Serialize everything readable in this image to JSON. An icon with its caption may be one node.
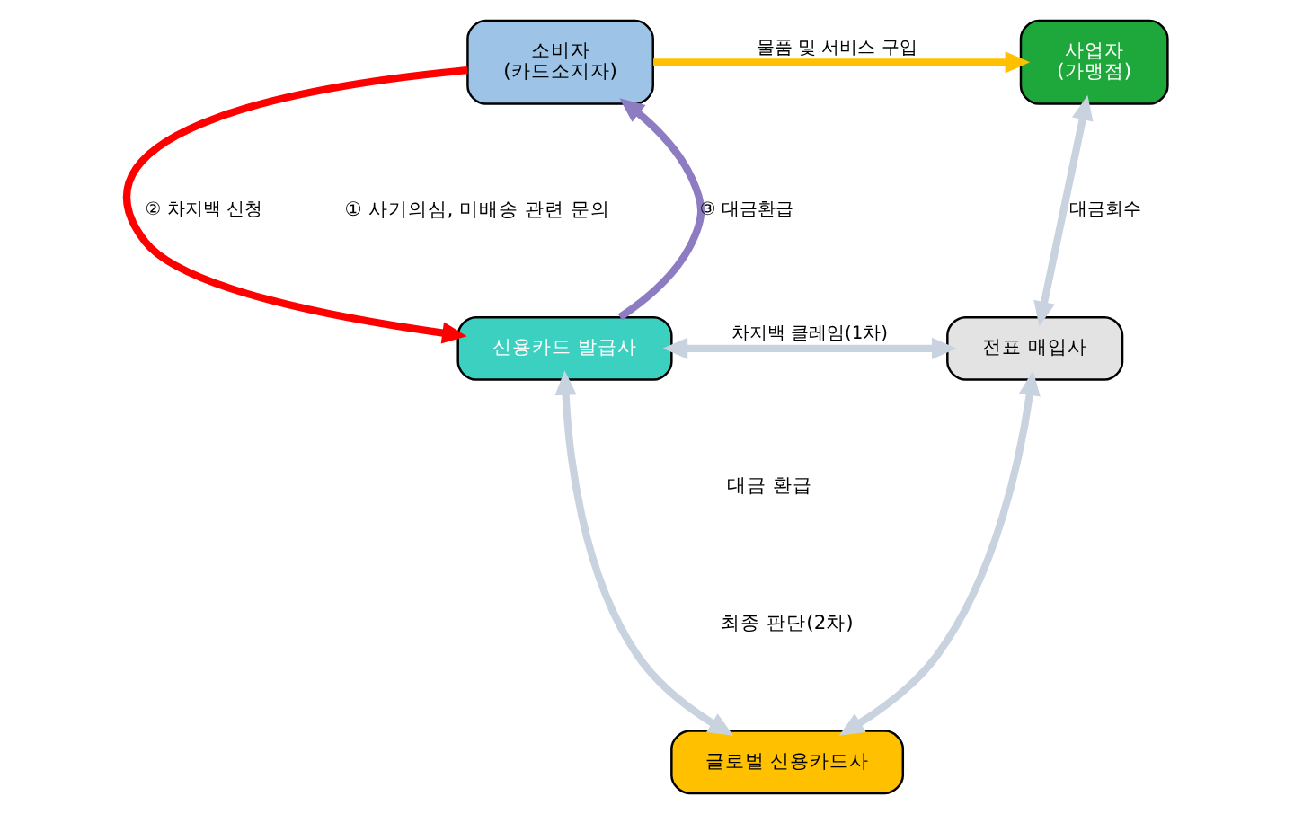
{
  "diagram": {
    "nodes": [
      {
        "text": [
          "소비자",
          "(카드소지자)"
        ]
      },
      {
        "text": [
          "사업자",
          "(가맹점)"
        ]
      },
      {
        "text": [
          "신용카드 발급사"
        ]
      },
      {
        "text": [
          "전표 매입사"
        ]
      },
      {
        "text": [
          "글로벌 신용카드사"
        ]
      }
    ],
    "edges": [
      {
        "from": 0,
        "to": 1,
        "arrow": "to",
        "label": "물품 및 서비스 구입",
        "color": "#ffc000"
      },
      {
        "from": 0,
        "to": 2,
        "arrow": "to",
        "label": "② 차지백 신청",
        "color": "#ff0000"
      },
      {
        "from": 2,
        "to": 0,
        "arrow": "to",
        "label": "③ 대금환급",
        "color": "#8e7cc3"
      },
      {
        "from": 1,
        "to": 3,
        "arrow": "both",
        "label": "대금회수"
      },
      {
        "from": 2,
        "to": 3,
        "arrow": "both",
        "label": "차지백 클레임(1차)"
      },
      {
        "from": 2,
        "to": 4,
        "arrow": "both"
      },
      {
        "from": 3,
        "to": 4,
        "arrow": "both"
      }
    ],
    "labels": [
      "① 사기의심, 미배송 관련 문의",
      "대금 환급",
      "최종 판단(2차)"
    ]
  }
}
